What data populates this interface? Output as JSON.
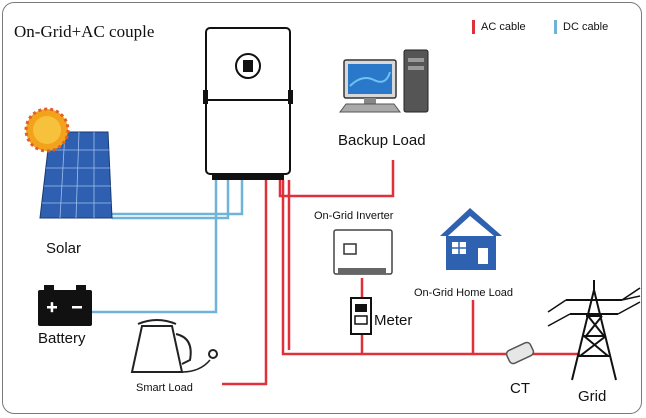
{
  "title": "On-Grid+AC couple",
  "legend": {
    "ac_label": "AC cable",
    "dc_label": "DC cable",
    "ac_color": "#e0303a",
    "dc_color": "#6fb3d9"
  },
  "nodes": {
    "solar": "Solar",
    "battery": "Battery",
    "backup_load": "Backup Load",
    "ongrid_inverter": "On-Grid Inverter",
    "meter": "Meter",
    "home_load": "On-Grid Home Load",
    "smart_load": "Smart Load",
    "ct": "CT",
    "grid": "Grid"
  },
  "icons": [
    "sun-icon",
    "solar-panel-icon",
    "battery-icon",
    "hybrid-inverter-icon",
    "computer-icon",
    "ongrid-inverter-icon",
    "house-icon",
    "meter-icon",
    "kettle-icon",
    "ct-clamp-icon",
    "transmission-tower-icon"
  ]
}
